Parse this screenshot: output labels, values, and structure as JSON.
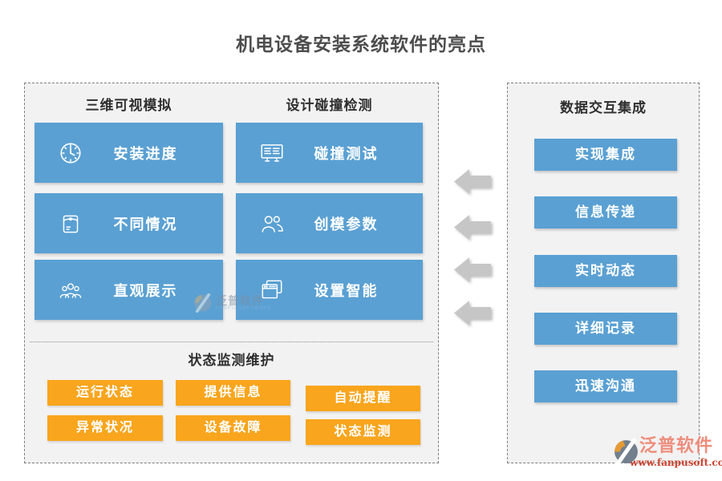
{
  "title": "机电设备安装系统软件的亮点",
  "left_panel": {
    "columns": [
      {
        "header": "三维可视模拟",
        "buttons": [
          {
            "icon": "clock-icon",
            "label": "安装进度"
          },
          {
            "icon": "document-pouch-icon",
            "label": "不同情况"
          },
          {
            "icon": "people-group-icon",
            "label": "直观展示"
          }
        ]
      },
      {
        "header": "设计碰撞检测",
        "buttons": [
          {
            "icon": "board-list-icon",
            "label": "碰撞测试"
          },
          {
            "icon": "two-users-icon",
            "label": "创模参数"
          },
          {
            "icon": "cascade-windows-icon",
            "label": "设置智能"
          }
        ]
      }
    ],
    "bottom": {
      "header": "状态监测维护",
      "buttons": [
        "运行状态",
        "提供信息",
        "自动提醒",
        "异常状况",
        "设备故障",
        "状态监测"
      ]
    }
  },
  "right_panel": {
    "header": "数据交互集成",
    "buttons": [
      "实现集成",
      "信息传递",
      "实时动态",
      "详细记录",
      "迅速沟通"
    ]
  },
  "arrows": {
    "direction": "left",
    "count": 4
  },
  "watermark": {
    "text": "泛普软件",
    "subtext": "FANPU SOFTWARE"
  },
  "brand": {
    "name": "泛普软件",
    "url": "www.fanpusoft.com"
  },
  "colors": {
    "blue_button": "#5aa0d3",
    "orange_button": "#f9a51d",
    "panel_background": "#f2f2f2",
    "arrow_gray": "#c6c6c6",
    "title_text": "#4d4d4d",
    "brand_coral": "#ee8d7c",
    "brand_red": "#cd4230"
  }
}
